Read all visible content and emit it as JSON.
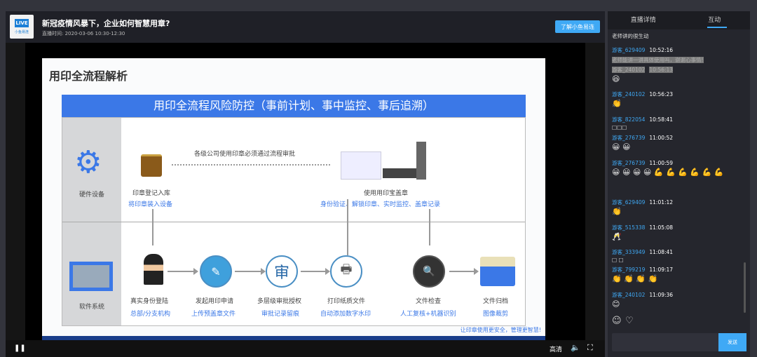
{
  "header": {
    "logo_badge": "LIVE",
    "logo_text": "小鱼易连",
    "title": "新冠疫情风暴下，企业如何智慧用章?",
    "time": "直播时间: 2020-03-06 10:30-12:30",
    "learn_button": "了解小鱼易连"
  },
  "slide": {
    "title": "用印全流程解析",
    "band": "用印全流程风险防控（事前计划、事中监控、事后追溯）",
    "hardware": "硬件设备",
    "software": "软件系统",
    "register": {
      "label": "印章登记入库",
      "sub": "将印章装入设备"
    },
    "dotted_note": "各级公司使用印章必须通过流程审批",
    "stamp": {
      "label": "使用用印宝盖章",
      "sub": "身份验证、解锁印章、实时监控、盖章记录"
    },
    "steps": [
      {
        "label": "真实身份登陆",
        "sub": "总部/分支机构"
      },
      {
        "label": "发起用印申请",
        "sub": "上传预盖章文件"
      },
      {
        "label": "多层级审批授权",
        "sub": "审批记录留痕",
        "glyph": "审"
      },
      {
        "label": "打印纸质文件",
        "sub": "自动添加数字水印"
      },
      {
        "label": "文件检查",
        "sub": "人工复核+机器识别"
      },
      {
        "label": "文件归档",
        "sub": "图像裁剪"
      }
    ],
    "footer": "让印章使用更安全，管理更智慧!"
  },
  "controls": {
    "quality": "高清"
  },
  "tabs": [
    "直播详情",
    "互动"
  ],
  "chat": {
    "first": "老师讲的很生动",
    "messages": [
      {
        "user": "游客_629409",
        "time": "10:52:16",
        "text": "老师能讲一讲具体使用吗，谢谢心事情!",
        "gray": true
      },
      {
        "user": "游客_240102",
        "time": "10:56:13",
        "emoji": "😆",
        "gray_head": true
      },
      {
        "user": "游客_240102",
        "time": "10:56:23",
        "emoji": "👏"
      },
      {
        "user": "游客_822054",
        "time": "10:58:41",
        "text": "□□□"
      },
      {
        "user": "游客_276739",
        "time": "11:00:52",
        "emoji": "😀 😀"
      },
      {
        "user": "游客_276739",
        "time": "11:00:59",
        "emoji": "😀 😀 😀 😀 💪 💪 💪 💪 💪 💪"
      },
      {
        "user": "游客_629409",
        "time": "11:01:12",
        "emoji": "👏"
      },
      {
        "user": "游客_515338",
        "time": "11:05:08",
        "emoji": "🥂"
      },
      {
        "user": "游客_333949",
        "time": "11:08:41",
        "text": "□ □"
      },
      {
        "user": "游客_799219",
        "time": "11:09:17",
        "emoji": "👏 👏 👏 👏"
      },
      {
        "user": "游客_240102",
        "time": "11:09:36",
        "emoji": "😊"
      }
    ],
    "send": "发送"
  }
}
